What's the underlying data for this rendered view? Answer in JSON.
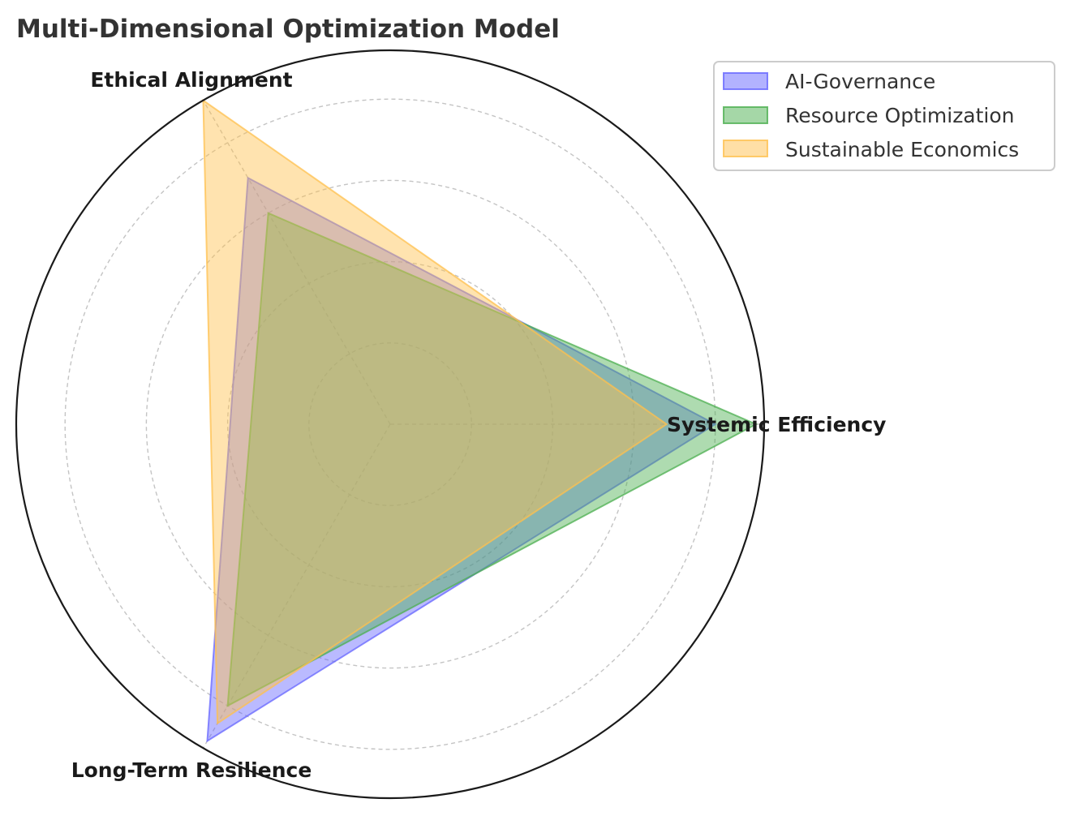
{
  "chart_data": {
    "type": "radar",
    "title": "Multi-Dimensional Optimization Model",
    "axes": [
      "Systemic Efficiency",
      "Ethical Alignment",
      "Long-Term Resilience"
    ],
    "rlim": [
      0,
      100
    ],
    "rgrid": [
      20,
      40,
      60,
      80
    ],
    "grid": true,
    "legend_position": "top-right",
    "series": [
      {
        "name": "AI-Governance",
        "values": [
          80,
          70,
          90
        ],
        "color": "#6666ff"
      },
      {
        "name": "Resource Optimization",
        "values": [
          90,
          60,
          80
        ],
        "color": "#4caf50"
      },
      {
        "name": "Sustainable Economics",
        "values": [
          68,
          92,
          85
        ],
        "color": "#ffc04d"
      }
    ]
  }
}
